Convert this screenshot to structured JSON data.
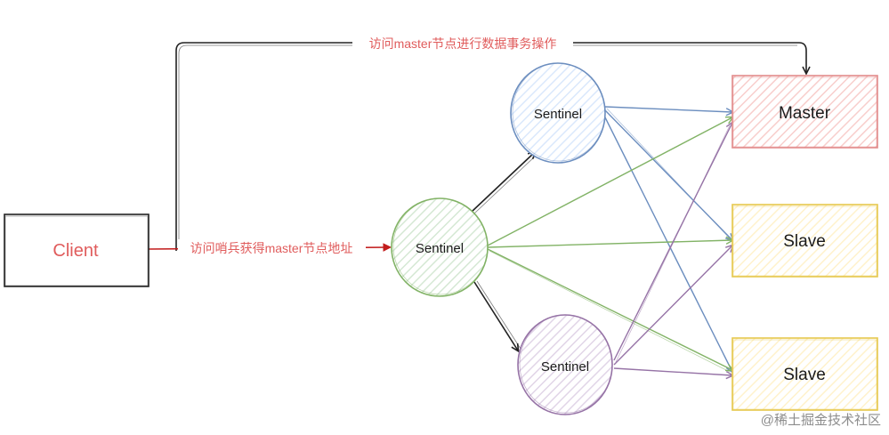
{
  "colors": {
    "client_text": "#e05c5c",
    "edge_label": "#e05c5c",
    "red_arrow": "#c21d1d",
    "black_arrow": "#222222",
    "blue": "#6c8ebf",
    "green": "#82b366",
    "purple": "#9673a6",
    "master_stroke": "#e28b8b",
    "master_fill": "#f8cecc",
    "slave_stroke": "#e6c84d",
    "slave_fill": "#fff2cc",
    "sentinel_blue_fill": "#dae8fc",
    "sentinel_green_fill": "#d5e8d4",
    "sentinel_purple_fill": "#e1d5e7"
  },
  "nodes": {
    "client": "Client",
    "sentinel_top": "Sentinel",
    "sentinel_middle": "Sentinel",
    "sentinel_bottom": "Sentinel",
    "master": "Master",
    "slave_1": "Slave",
    "slave_2": "Slave"
  },
  "edges": {
    "client_to_master": "访问master节点进行数据事务操作",
    "client_to_sentinel": "访问哨兵获得master节点地址"
  },
  "watermark": "@稀土掘金技术社区"
}
